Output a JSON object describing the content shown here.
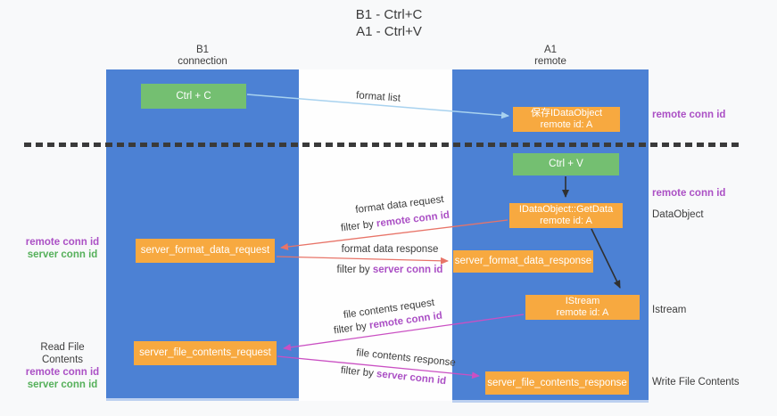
{
  "title": {
    "line1": "B1 - Ctrl+C",
    "line2": "A1 - Ctrl+V"
  },
  "lanes": {
    "left": {
      "name": "B1",
      "subtitle": "connection"
    },
    "right": {
      "name": "A1",
      "subtitle": "remote"
    }
  },
  "nodes": {
    "ctrl_c": {
      "label": "Ctrl + C"
    },
    "ctrl_v": {
      "label": "Ctrl + V"
    },
    "save_idataobject": {
      "line1": "保存IDataObject",
      "line2": "remote id: A"
    },
    "idataobject_getdata": {
      "line1": "IDataObject::GetData",
      "line2": "remote id: A"
    },
    "istream": {
      "line1": "IStream",
      "line2": "remote id: A"
    },
    "server_format_data_request": {
      "label": "server_format_data_request"
    },
    "server_format_data_response": {
      "label": "server_format_data_response"
    },
    "server_file_contents_request": {
      "label": "server_file_contents_request"
    },
    "server_file_contents_response": {
      "label": "server_file_contents_response"
    }
  },
  "edge_labels": {
    "format_list": "format list",
    "format_data_request": "format data request",
    "format_data_response": "format data response",
    "file_contents_request": "file contents request",
    "file_contents_response": "file contents response",
    "filter_by": "filter by ",
    "remote_conn_id": "remote conn id",
    "server_conn_id": "server conn id"
  },
  "annotations": {
    "right": {
      "remote_conn_id_top": "remote conn id",
      "remote_conn_id_mid": "remote conn id",
      "dataobject": "DataObject",
      "istream": "Istream",
      "write_file_contents": "Write File Contents"
    },
    "left": {
      "remote_conn_id_1": "remote conn id",
      "server_conn_id_1": "server conn id",
      "read_file_contents": "Read File Contents",
      "remote_conn_id_2": "remote conn id",
      "server_conn_id_2": "server conn id"
    }
  },
  "colors": {
    "lane_blue": "#4c81d4",
    "node_orange": "#f7a940",
    "node_green": "#74bf71",
    "arrow_light_blue": "#a8d2ef",
    "arrow_red": "#e87468",
    "arrow_magenta": "#ca50c3",
    "arrow_black": "#303030",
    "text_purple": "#ab50c5",
    "text_green": "#55b05a",
    "text_dark": "#3c3c3c",
    "background": "#f8f9fa"
  }
}
